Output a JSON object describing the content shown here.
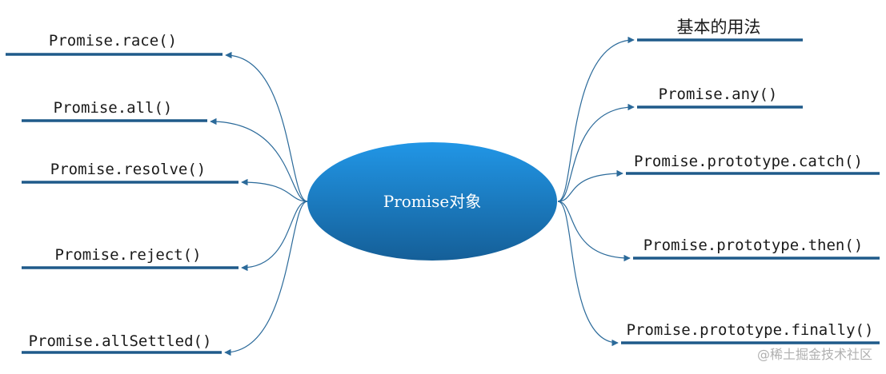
{
  "center": {
    "label": "Promise对象",
    "color_top": "#2196e6",
    "color_bottom": "#155f98"
  },
  "left_branches": [
    {
      "label": "Promise.race()"
    },
    {
      "label": "Promise.all()"
    },
    {
      "label": "Promise.resolve()"
    },
    {
      "label": "Promise.reject()"
    },
    {
      "label": "Promise.allSettled()"
    }
  ],
  "right_branches": [
    {
      "label": "基本的用法"
    },
    {
      "label": "Promise.any()"
    },
    {
      "label": "Promise.prototype.catch()"
    },
    {
      "label": "Promise.prototype.then()"
    },
    {
      "label": "Promise.prototype.finally()"
    }
  ],
  "watermark": {
    "text": "@稀土掘金技术社区"
  },
  "colors": {
    "line": "#1f5a8a",
    "connector": "#2b6a9a"
  }
}
